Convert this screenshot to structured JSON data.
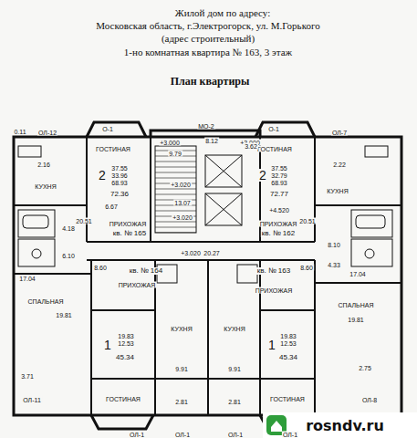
{
  "diagram": {
    "title": "План квартиры",
    "labels": [
      "Жилой дом по адресу:",
      "Московская область, г.Электрогорск, ул. М.Горького",
      "(адрес строительный)",
      "1-но комнатная квартира № 163, 3 этаж",
      "0.11",
      "ОЛ-12",
      "О-1",
      "МО-2",
      "О-1",
      "ОЛ-7",
      "+3.000",
      "8.12",
      "+3.000",
      "2.16",
      "ГОСТИНАЯ",
      "ГОСТИНАЯ",
      "2.22",
      "2",
      "37.55",
      "33.96",
      "68.93",
      "72.36",
      "2",
      "37.55",
      "32.79",
      "68.93",
      "72.77",
      "9.79",
      "3.62",
      "+3.020",
      "КУХНЯ",
      "КУХНЯ",
      "13.07",
      "+4.520",
      "6.67",
      "20.51",
      "ПРИХОЖАЯ",
      "ПРИХОЖАЯ",
      "20.51",
      "+3.020",
      "кв. № 165",
      "кв. № 162",
      "4.18",
      "6.10",
      "8.10",
      "4.33",
      "+3.020",
      "20.27",
      "17.04",
      "17.04",
      "8.60",
      "кв. № 164",
      "кв. № 163",
      "8.60",
      "ПРИХОЖАЯ",
      "ПРИХОЖАЯ",
      "СПАЛЬНАЯ",
      "СПАЛЬНАЯ",
      "19.81",
      "19.81",
      "КУХНЯ",
      "КУХНЯ",
      "1",
      "19.83",
      "12.53",
      "45.34",
      "1",
      "19.83",
      "12.53",
      "45.34",
      "9.91",
      "9.91",
      "3.71",
      "2.75",
      "ОЛ-11",
      "ГОСТИНАЯ",
      "ГОСТИНАЯ",
      "ОЛ-8",
      "2.81",
      "2.81",
      "ОЛ-1",
      "ОЛ-1",
      "ОЛ-1",
      "ОЛ-1",
      "rosndv.ru"
    ]
  }
}
